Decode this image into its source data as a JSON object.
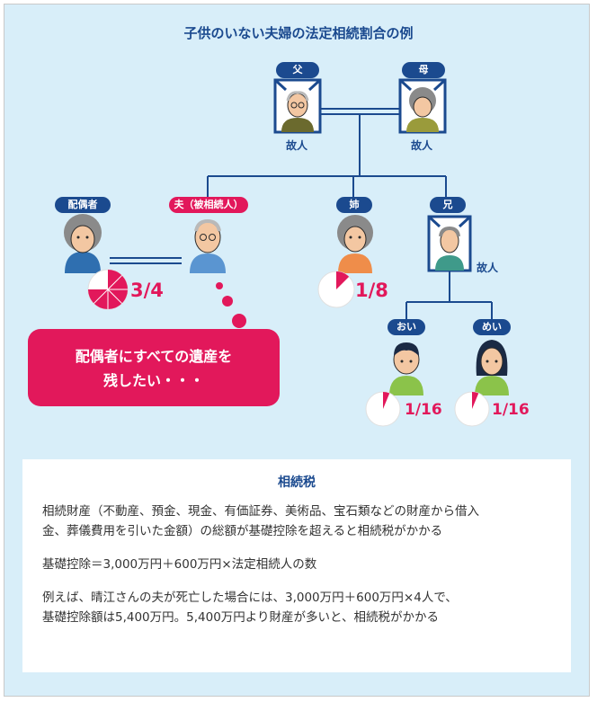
{
  "title": "子供のいない夫婦の法定相続割合の例",
  "people": {
    "father": {
      "label": "父",
      "status": "故人"
    },
    "mother": {
      "label": "母",
      "status": "故人"
    },
    "spouse": {
      "label": "配偶者",
      "share": "3/4",
      "share_fraction": 0.75
    },
    "husband": {
      "label": "夫（被相続人）"
    },
    "sister": {
      "label": "姉",
      "share": "1/8",
      "share_fraction": 0.125
    },
    "brother": {
      "label": "兄",
      "status": "故人"
    },
    "nephew": {
      "label": "おい",
      "share": "1/16",
      "share_fraction": 0.0625
    },
    "niece": {
      "label": "めい",
      "share": "1/16",
      "share_fraction": 0.0625
    }
  },
  "bubble": {
    "line1": "配偶者にすべての遺産を",
    "line2": "残したい・・・"
  },
  "info": {
    "title": "相続税",
    "p1a": "相続財産（不動産、預金、現金、有価証券、美術品、宝石類などの財産から借入",
    "p1b": "金、葬儀費用を引いた金額）の総額が基礎控除を超えると相続税がかかる",
    "p2": "基礎控除＝3,000万円＋600万円×法定相続人の数",
    "p3a": "例えば、晴江さんの夫が死亡した場合には、3,000万円＋600万円×4人で、",
    "p3b": "基礎控除額は5,400万円。5,400万円より財産が多いと、相続税がかかる"
  },
  "colors": {
    "navy": "#1b4a8f",
    "accent": "#e2185b",
    "background": "#d8eef9"
  }
}
